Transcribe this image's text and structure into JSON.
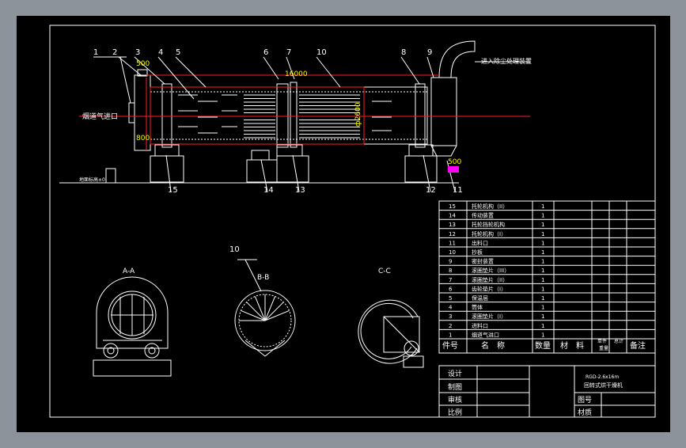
{
  "colors": {
    "background": "#8c939a",
    "sheet": "#000000",
    "line": "#ffffff",
    "red": "#ff2020",
    "yellow": "#ffff00",
    "magenta": "#ff00ff"
  },
  "callouts": [
    "1",
    "2",
    "3",
    "4",
    "5",
    "6",
    "7",
    "8",
    "9",
    "10",
    "11",
    "12",
    "13",
    "14",
    "15"
  ],
  "dimensions": {
    "d1": "500",
    "d2": "800",
    "d3": "16000",
    "d4": "ф2600",
    "d5": "500"
  },
  "labels": {
    "inlet": "烟道气进口",
    "outlet": "进入除尘处理装置",
    "floor": "地面标高±0",
    "sections": [
      "A-A",
      "B-B",
      "C-C"
    ],
    "section_view_callout": "10"
  },
  "bom": {
    "rows": [
      {
        "no": "15",
        "name": "托轮机构（II）",
        "qty": "1"
      },
      {
        "no": "14",
        "name": "传动装置",
        "qty": "1"
      },
      {
        "no": "13",
        "name": "托轮挡轮机构",
        "qty": "1"
      },
      {
        "no": "12",
        "name": "托轮机构（I）",
        "qty": "1"
      },
      {
        "no": "11",
        "name": "出料口",
        "qty": "1"
      },
      {
        "no": "10",
        "name": "抄板",
        "qty": "1"
      },
      {
        "no": "9",
        "name": "密封装置",
        "qty": "1"
      },
      {
        "no": "8",
        "name": "滚圈垫片（III）",
        "qty": "1"
      },
      {
        "no": "7",
        "name": "滚圈垫片（II）",
        "qty": "1"
      },
      {
        "no": "6",
        "name": "齿轮垫片（I）",
        "qty": "1"
      },
      {
        "no": "5",
        "name": "保温层",
        "qty": "1"
      },
      {
        "no": "4",
        "name": "筒体",
        "qty": "1"
      },
      {
        "no": "3",
        "name": "滚圈垫片（I）",
        "qty": "1"
      },
      {
        "no": "2",
        "name": "进料口",
        "qty": "1"
      },
      {
        "no": "1",
        "name": "烟道气进口",
        "qty": "1"
      }
    ],
    "header": {
      "no": "件号",
      "name": "名　称",
      "qty": "数量",
      "material": "材　料",
      "single": "单件",
      "total": "总计",
      "weight": "重量",
      "remark": "备注"
    }
  },
  "titleblock": {
    "design": "设计",
    "draw": "制图",
    "check": "审核",
    "scale": "比例",
    "title1": "RGD-2.6x16m",
    "title2": "回转式烘干燥机",
    "drawing_no": "图号",
    "material": "材质"
  }
}
